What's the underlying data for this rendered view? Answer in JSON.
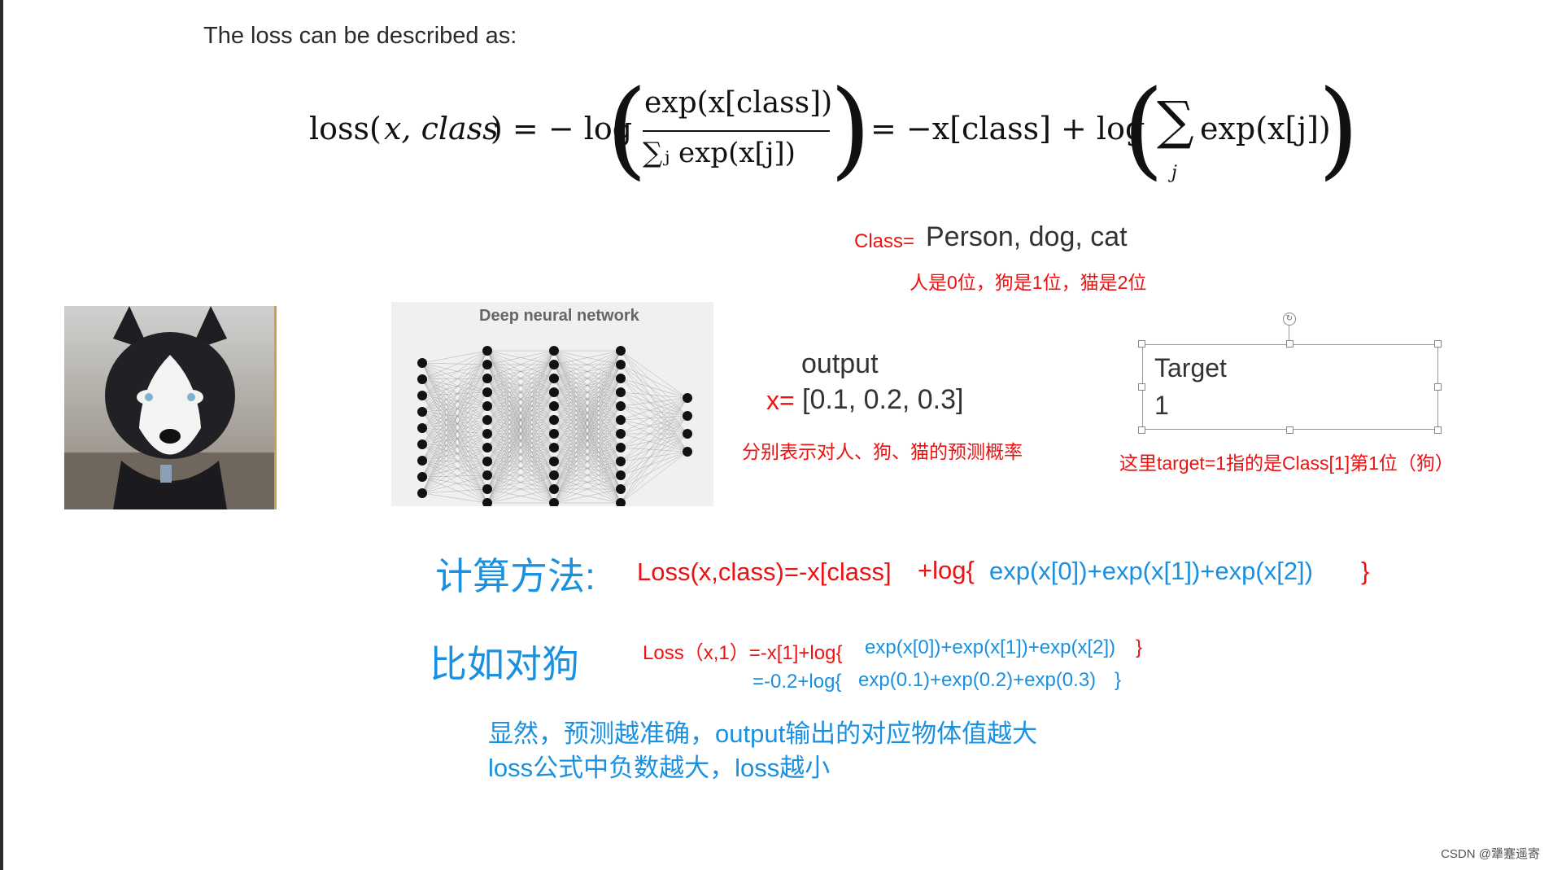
{
  "intro_text": "The loss can be described as:",
  "formula": {
    "loss": "loss(",
    "args": "x, class",
    "eq1_lhs_close": ") = − log",
    "numerator": "exp(x[class])",
    "denominator": "∑ⱼ exp(x[j])",
    "eq2": "= −x[class] + log",
    "sum_symbol": "∑",
    "sum_index": "j",
    "sum_body": "exp(x[j])"
  },
  "class_label": "Class=",
  "class_values": "Person, dog, cat",
  "class_note": "人是0位，狗是1位，猫是2位",
  "dnn_title": "Deep neural network",
  "output_label": "output",
  "x_label": "x=",
  "x_values": "[0.1, 0.2, 0.3]",
  "output_note": "分别表示对人、狗、猫的预测概率",
  "target_label": "Target",
  "target_value": "1",
  "target_note": "这里target=1指的是Class[1]第1位（狗）",
  "method_title": "计算方法:",
  "method_red": "Loss(x,class)=-x[class]",
  "method_red2": "+log{",
  "method_blue": "exp(x[0])+exp(x[1])+exp(x[2])",
  "method_close": "}",
  "example_title": "比如对狗",
  "example_line1_red": "Loss（x,1）=-x[1]+log{",
  "example_line1_blue": "exp(x[0])+exp(x[1])+exp(x[2])",
  "example_line1_close": "}",
  "example_line2_red": "=-0.2+log{",
  "example_line2_blue": "exp(0.1)+exp(0.2)+exp(0.3)",
  "example_line2_close": "}",
  "conclusion_1": "显然，预测越准确，output输出的对应物体值越大",
  "conclusion_2": "loss公式中负数越大，loss越小",
  "footer": "CSDN @犟蹇遥寄"
}
